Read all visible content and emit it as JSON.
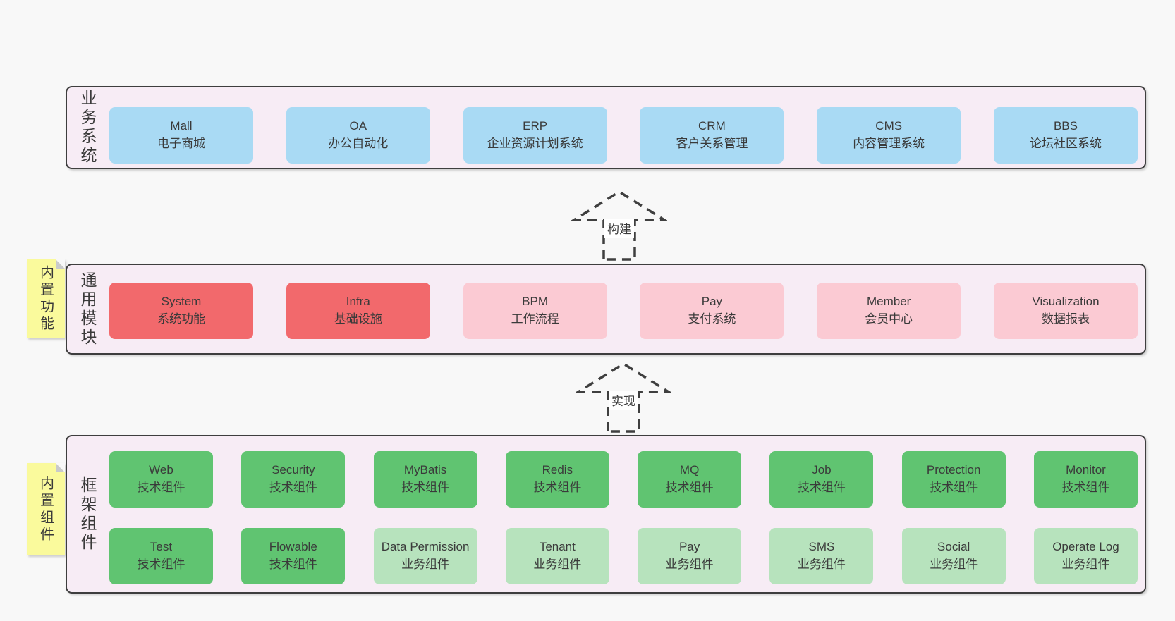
{
  "colors": {
    "page_bg": "#f8f8f8",
    "band_bg": "#f7ecf5",
    "band_border": "#3e3e3e",
    "box_blue": "#a9daf4",
    "box_red": "#f2696c",
    "box_pink": "#fbcad3",
    "box_green_dark": "#60c471",
    "box_green_light": "#b7e3bd",
    "sticky_bg": "#fafa9c",
    "sticky_fold": "#c9cacb",
    "text": "#3a3a3a"
  },
  "arrows": [
    {
      "label": "构建"
    },
    {
      "label": "实现"
    }
  ],
  "bands": [
    {
      "label": "业务系统",
      "rows": [
        [
          {
            "title": "Mall",
            "subtitle": "电子商城",
            "color": "blue"
          },
          {
            "title": "OA",
            "subtitle": "办公自动化",
            "color": "blue"
          },
          {
            "title": "ERP",
            "subtitle": "企业资源计划系统",
            "color": "blue"
          },
          {
            "title": "CRM",
            "subtitle": "客户关系管理",
            "color": "blue"
          },
          {
            "title": "CMS",
            "subtitle": "内容管理系统",
            "color": "blue"
          },
          {
            "title": "BBS",
            "subtitle": "论坛社区系统",
            "color": "blue"
          }
        ]
      ]
    },
    {
      "label": "通用模块",
      "sticky": "内置功能",
      "rows": [
        [
          {
            "title": "System",
            "subtitle": "系统功能",
            "color": "red"
          },
          {
            "title": "Infra",
            "subtitle": "基础设施",
            "color": "red"
          },
          {
            "title": "BPM",
            "subtitle": "工作流程",
            "color": "pink"
          },
          {
            "title": "Pay",
            "subtitle": "支付系统",
            "color": "pink"
          },
          {
            "title": "Member",
            "subtitle": "会员中心",
            "color": "pink"
          },
          {
            "title": "Visualization",
            "subtitle": "数据报表",
            "color": "pink"
          }
        ]
      ]
    },
    {
      "label": "框架组件",
      "sticky": "内置组件",
      "rows": [
        [
          {
            "title": "Web",
            "subtitle": "技术组件",
            "color": "green-dark"
          },
          {
            "title": "Security",
            "subtitle": "技术组件",
            "color": "green-dark"
          },
          {
            "title": "MyBatis",
            "subtitle": "技术组件",
            "color": "green-dark"
          },
          {
            "title": "Redis",
            "subtitle": "技术组件",
            "color": "green-dark"
          },
          {
            "title": "MQ",
            "subtitle": "技术组件",
            "color": "green-dark"
          },
          {
            "title": "Job",
            "subtitle": "技术组件",
            "color": "green-dark"
          },
          {
            "title": "Protection",
            "subtitle": "技术组件",
            "color": "green-dark"
          },
          {
            "title": "Monitor",
            "subtitle": "技术组件",
            "color": "green-dark"
          }
        ],
        [
          {
            "title": "Test",
            "subtitle": "技术组件",
            "color": "green-dark"
          },
          {
            "title": "Flowable",
            "subtitle": "技术组件",
            "color": "green-dark"
          },
          {
            "title": "Data Permission",
            "subtitle": "业务组件",
            "color": "green-light"
          },
          {
            "title": "Tenant",
            "subtitle": "业务组件",
            "color": "green-light"
          },
          {
            "title": "Pay",
            "subtitle": "业务组件",
            "color": "green-light"
          },
          {
            "title": "SMS",
            "subtitle": "业务组件",
            "color": "green-light"
          },
          {
            "title": "Social",
            "subtitle": "业务组件",
            "color": "green-light"
          },
          {
            "title": "Operate Log",
            "subtitle": "业务组件",
            "color": "green-light"
          }
        ]
      ]
    }
  ]
}
